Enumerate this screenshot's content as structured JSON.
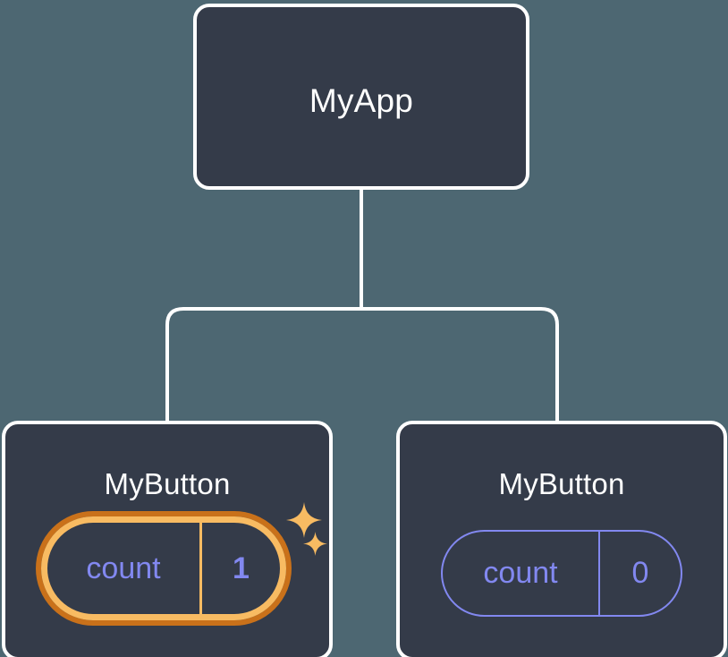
{
  "canvas": {
    "background_color": "#4d6772",
    "node_fill_color": "#343b49",
    "node_border_color": "#ffffff",
    "connector_color": "#ffffff",
    "accent_purple": "#8288f0",
    "accent_orange_outer": "#c9711a",
    "accent_orange_inner": "#f8bb62"
  },
  "tree": {
    "root": {
      "title": "MyApp"
    },
    "children": [
      {
        "title": "MyButton",
        "state": {
          "key": "count",
          "value": "1",
          "highlighted": true
        },
        "sparkles": {
          "large": "sparkle-large-icon",
          "small": "sparkle-small-icon"
        }
      },
      {
        "title": "MyButton",
        "state": {
          "key": "count",
          "value": "0",
          "highlighted": false
        }
      }
    ]
  }
}
